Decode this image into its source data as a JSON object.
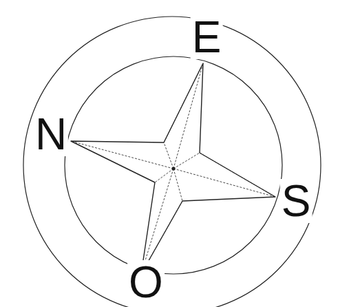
{
  "diagram": {
    "labels": [
      "E",
      "N",
      "S",
      "O"
    ]
  }
}
